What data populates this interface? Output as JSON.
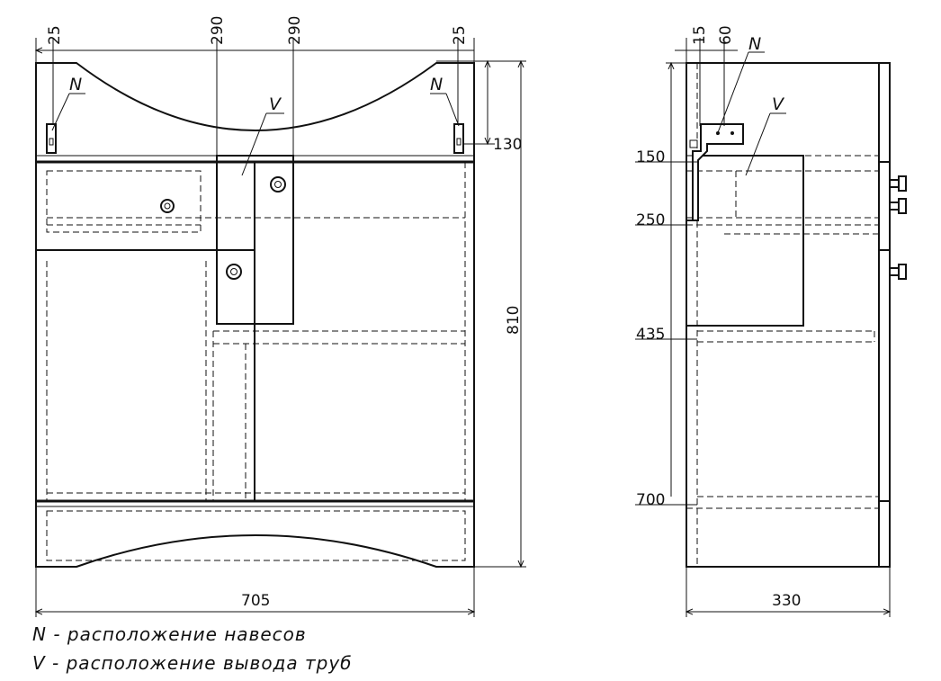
{
  "front_view": {
    "dims_top": [
      "25",
      "290",
      "290",
      "25"
    ],
    "dim_right_small": "130",
    "dim_height": "810",
    "dim_width": "705",
    "hinge_label_left": "N",
    "hinge_label_right": "N",
    "pipe_label": "V"
  },
  "side_view": {
    "dims_top": [
      "15",
      "60"
    ],
    "dims_left": [
      "150",
      "250",
      "435",
      "700"
    ],
    "dim_width": "330",
    "hinge_label": "N",
    "pipe_label": "V"
  },
  "legend": [
    {
      "key": "N",
      "text": "N - расположение навесов"
    },
    {
      "key": "V",
      "text": "V - расположение вывода труб"
    }
  ]
}
